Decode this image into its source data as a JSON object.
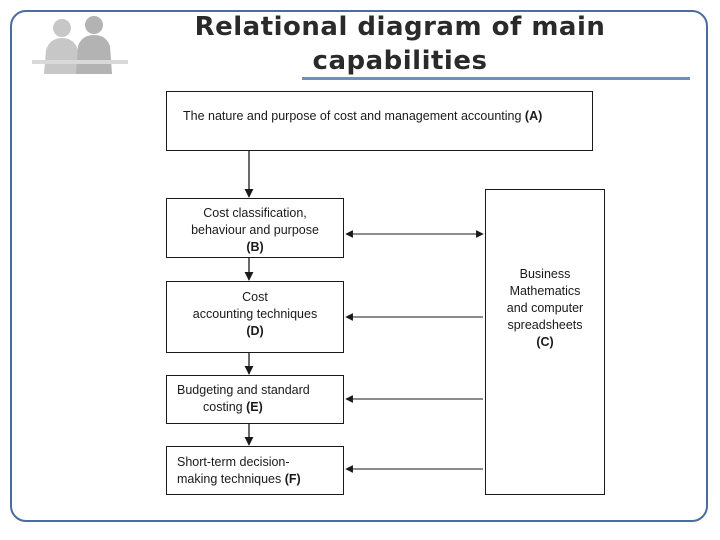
{
  "title": {
    "line1": "Relational diagram of main",
    "line2": "capabilities"
  },
  "logo_icon": "business-people-silhouette-icon",
  "colors": {
    "frame": "#4a6d9c",
    "title_rule": "#6f8fbf",
    "box_border": "#1a1a1a"
  },
  "boxes": {
    "a": {
      "text": "The nature and purpose of cost and management accounting",
      "code": "(A)"
    },
    "b": {
      "line1": "Cost classification,",
      "line2": "behaviour and purpose",
      "code": "(B)"
    },
    "d": {
      "line1": "Cost",
      "line2": "accounting techniques",
      "code": "(D)"
    },
    "e": {
      "line1": "Budgeting and standard",
      "line2": "costing",
      "code": "(E)"
    },
    "f": {
      "line1": "Short-term decision-",
      "line2": "making techniques",
      "code": "(F)"
    },
    "c": {
      "line1": "Business",
      "line2": "Mathematics",
      "line3": "and computer",
      "line4": "spreadsheets",
      "code": "(C)"
    }
  }
}
